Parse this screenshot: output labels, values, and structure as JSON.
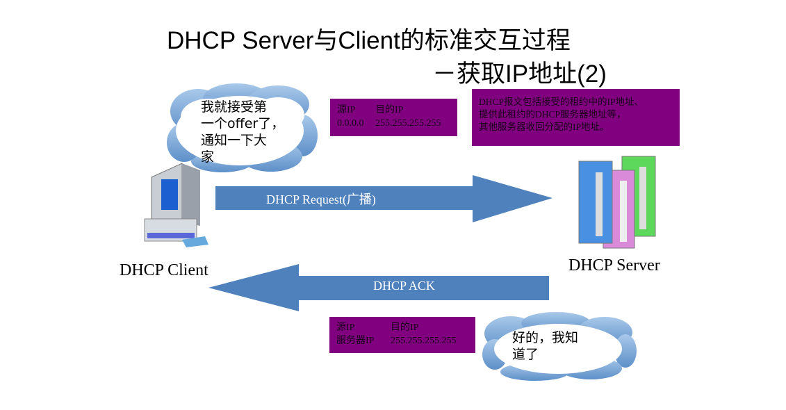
{
  "title": {
    "line1": "DHCP Server与Client的标准交互过程",
    "line2": "－获取IP地址(2)"
  },
  "client_cloud": {
    "lines": [
      "我就接受第",
      "一个offer了，",
      "通知一下大",
      "家"
    ]
  },
  "request_box": {
    "col1_header": "源IP",
    "col2_header": "目的IP",
    "col1_value": "0.0.0.0",
    "col2_value": "255.255.255.255"
  },
  "note_box": {
    "lines": [
      "DHCP报文包括接受的租约中的IP地址、",
      "提供此租约的DHCP服务器地址等，",
      "其他服务器收回分配的IP地址。"
    ]
  },
  "request_arrow": {
    "label": "DHCP Request(广播)",
    "direction": "client-to-server"
  },
  "ack_arrow": {
    "label": "DHCP ACK",
    "direction": "server-to-client"
  },
  "client": {
    "label": "DHCP Client",
    "icon": "desktop-computer-icon"
  },
  "server": {
    "label": "DHCP Server",
    "icon": "server-tower-icon"
  },
  "ack_box": {
    "col1_header": "源IP",
    "col2_header": "目的IP",
    "col1_value": "服务器IP",
    "col2_value": "255.255.255.255"
  },
  "server_cloud": {
    "lines": [
      "好的，我知",
      "道了"
    ]
  },
  "colors": {
    "box": "#800080",
    "arrow": "#4f81bd",
    "cloud_border": "#7aa7d6"
  }
}
